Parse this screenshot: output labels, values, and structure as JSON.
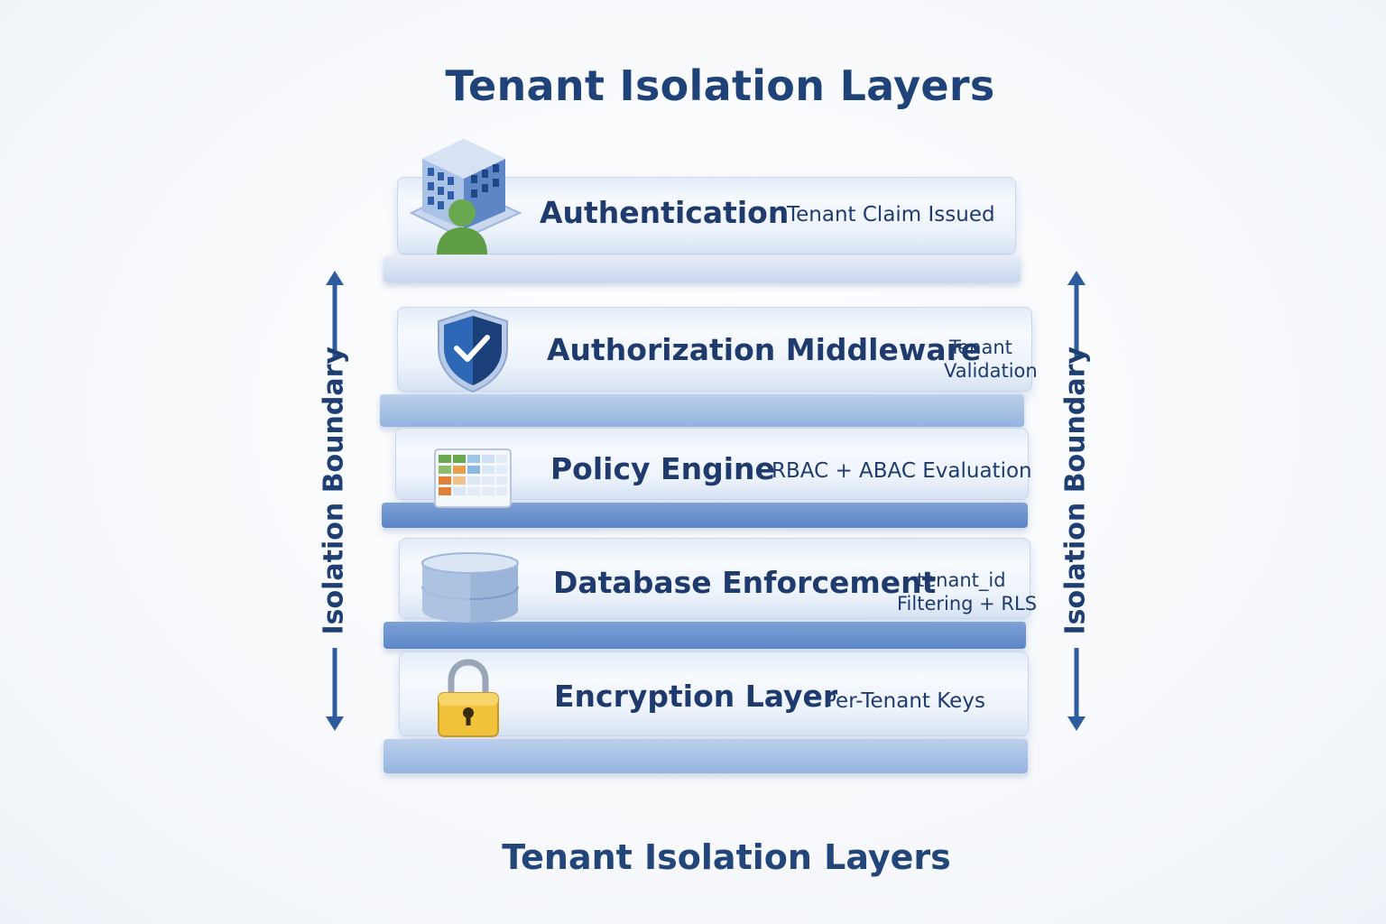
{
  "title": "Tenant Isolation Layers",
  "footer_title": "Tenant Isolation Layers",
  "boundary": {
    "left_label": "Isolation Boundary",
    "right_label": "Isolation Boundary"
  },
  "layers": [
    {
      "name": "Authentication",
      "detail": "Tenant Claim Issued",
      "icon": "building-user-icon"
    },
    {
      "name": "Authorization Middleware",
      "detail_line1": "Tenant",
      "detail_line2": "Validation",
      "icon": "shield-check-icon"
    },
    {
      "name": "Policy Engine",
      "detail": "RBAC + ABAC Evaluation",
      "icon": "policy-table-icon"
    },
    {
      "name": "Database Enforcement",
      "detail_line1": "tenant_id",
      "detail_line2": "Filtering + RLS",
      "icon": "database-icon"
    },
    {
      "name": "Encryption Layer",
      "detail": "Per-Tenant Keys",
      "icon": "padlock-icon"
    }
  ],
  "colors": {
    "title": "#1f4278",
    "accent": "#2e5c9e",
    "user_green": "#6aa84f",
    "lock_gold": "#e8b930"
  }
}
